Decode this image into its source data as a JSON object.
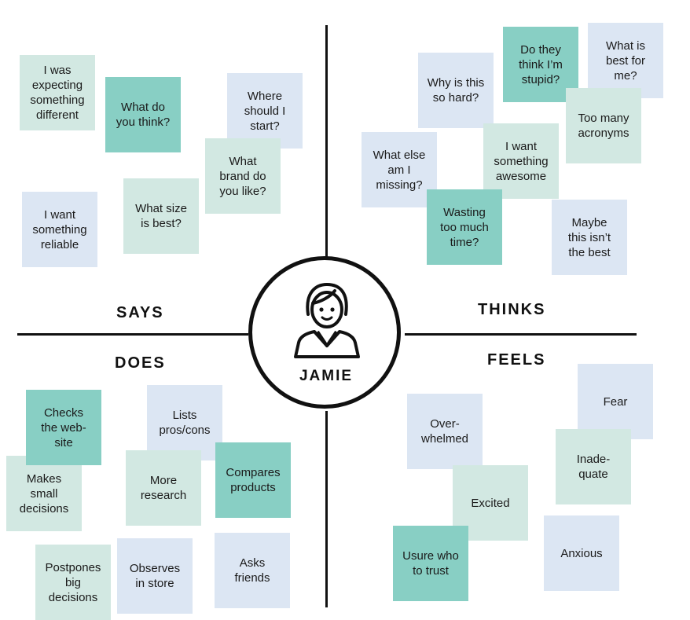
{
  "persona": {
    "name": "JAMIE",
    "icon": "person-icon"
  },
  "quadrants": {
    "says": {
      "label": "SAYS"
    },
    "thinks": {
      "label": "THINKS"
    },
    "does": {
      "label": "DOES"
    },
    "feels": {
      "label": "FEELS"
    }
  },
  "colors": {
    "blue_note": "#dce6f3",
    "light_green_note": "#d2e8e2",
    "teal_note": "#88cfc4",
    "lines": "#111111"
  },
  "notes": {
    "says": [
      "I was\nexpecting\nsomething\ndifferent",
      "What do\nyou think?",
      "Where\nshould I\nstart?",
      "What\nbrand do\nyou like?",
      "I want\nsomething\nreliable",
      "What size\nis best?"
    ],
    "thinks": [
      "Why is this\nso hard?",
      "Do they\nthink I’m\nstupid?",
      "What is\nbest for\nme?",
      "Too many\nacronyms",
      "I want\nsomething\nawesome",
      "What else\nam I\nmissing?",
      "Wasting\ntoo much\ntime?",
      "Maybe\nthis isn’t\nthe best"
    ],
    "does": [
      "Checks\nthe web-\nsite",
      "Lists\npros/cons",
      "Makes\nsmall\ndecisions",
      "More\nresearch",
      "Compares\nproducts",
      "Postpones\nbig\ndecisions",
      "Observes\nin store",
      "Asks\nfriends"
    ],
    "feels": [
      "Fear",
      "Over-\nwhelmed",
      "Inade-\nquate",
      "Excited",
      "Usure who\nto trust",
      "Anxious"
    ]
  }
}
